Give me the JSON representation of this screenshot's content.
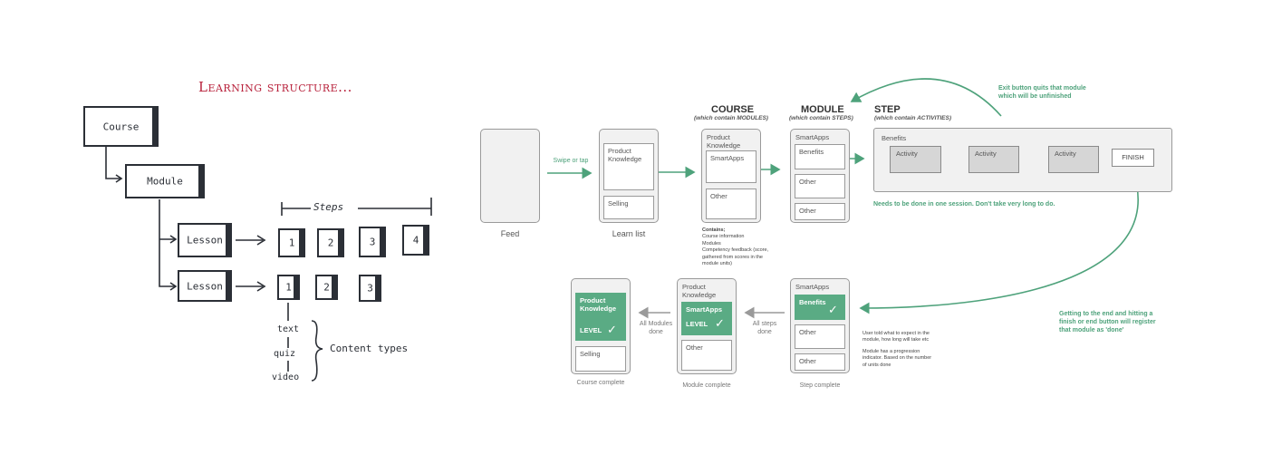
{
  "sketch": {
    "title": "Learning structure...",
    "course": "Course",
    "module": "Module",
    "lesson1": "Lesson",
    "lesson2": "Lesson",
    "steps_label": "Steps",
    "row1": [
      "1",
      "2",
      "3",
      "4"
    ],
    "row2": [
      "1",
      "2",
      "3"
    ],
    "content_items": [
      "text",
      "quiz",
      "video"
    ],
    "content_label": "Content types"
  },
  "wireframe": {
    "feed_label": "Feed",
    "swipe_label": "Swipe or tap",
    "learn_list": {
      "label": "Learn list",
      "card1": "Product Knowledge",
      "card2": "Selling"
    },
    "course": {
      "heading": "COURSE",
      "sub": "(which contain MODULES)",
      "title": "Product Knowledge",
      "card1": "SmartApps",
      "card2": "Other",
      "contains": [
        "Contains;",
        "Course information",
        "Modules",
        "Competency feedback (score, gathered from scores in the module units)"
      ]
    },
    "module": {
      "heading": "MODULE",
      "sub": "(which contain STEPS)",
      "title": "SmartApps",
      "card1": "Benefits",
      "card2": "Other",
      "card3": "Other"
    },
    "step": {
      "heading": "STEP",
      "sub": "(which contain ACTIVITIES)",
      "title": "Benefits",
      "activities": [
        "Activity",
        "Activity",
        "Activity"
      ],
      "finish": "FINISH"
    },
    "exit_note": "Exit button quits that module which will be unfinished",
    "session_note": "Needs to be done in one session. Don't take very long to do.",
    "finish_note": "Getting to the end and hitting a finish or end button will register that module as 'done'",
    "step_complete": {
      "title": "SmartApps",
      "card1": "Benefits",
      "card2": "Other",
      "card3": "Other",
      "caption": "Step complete",
      "notes": [
        "User told what to expect in the module, how long will take etc",
        "Module has a progression indicator. Based on the number of units done"
      ]
    },
    "all_steps_done": "All steps done",
    "module_complete": {
      "title": "Product Knowledge",
      "card1": "SmartApps",
      "level": "LEVEL",
      "card2": "Other",
      "caption": "Module complete"
    },
    "all_modules_done": "All Modules done",
    "course_complete": {
      "card1": "Product Knowledge",
      "level": "LEVEL",
      "card2": "Selling",
      "caption": "Course complete"
    },
    "colors": {
      "green": "#5aab84",
      "arrow_green": "#4ea27b",
      "sketch_red": "#b8213b",
      "grey_arrow": "#9a9a9a"
    }
  }
}
